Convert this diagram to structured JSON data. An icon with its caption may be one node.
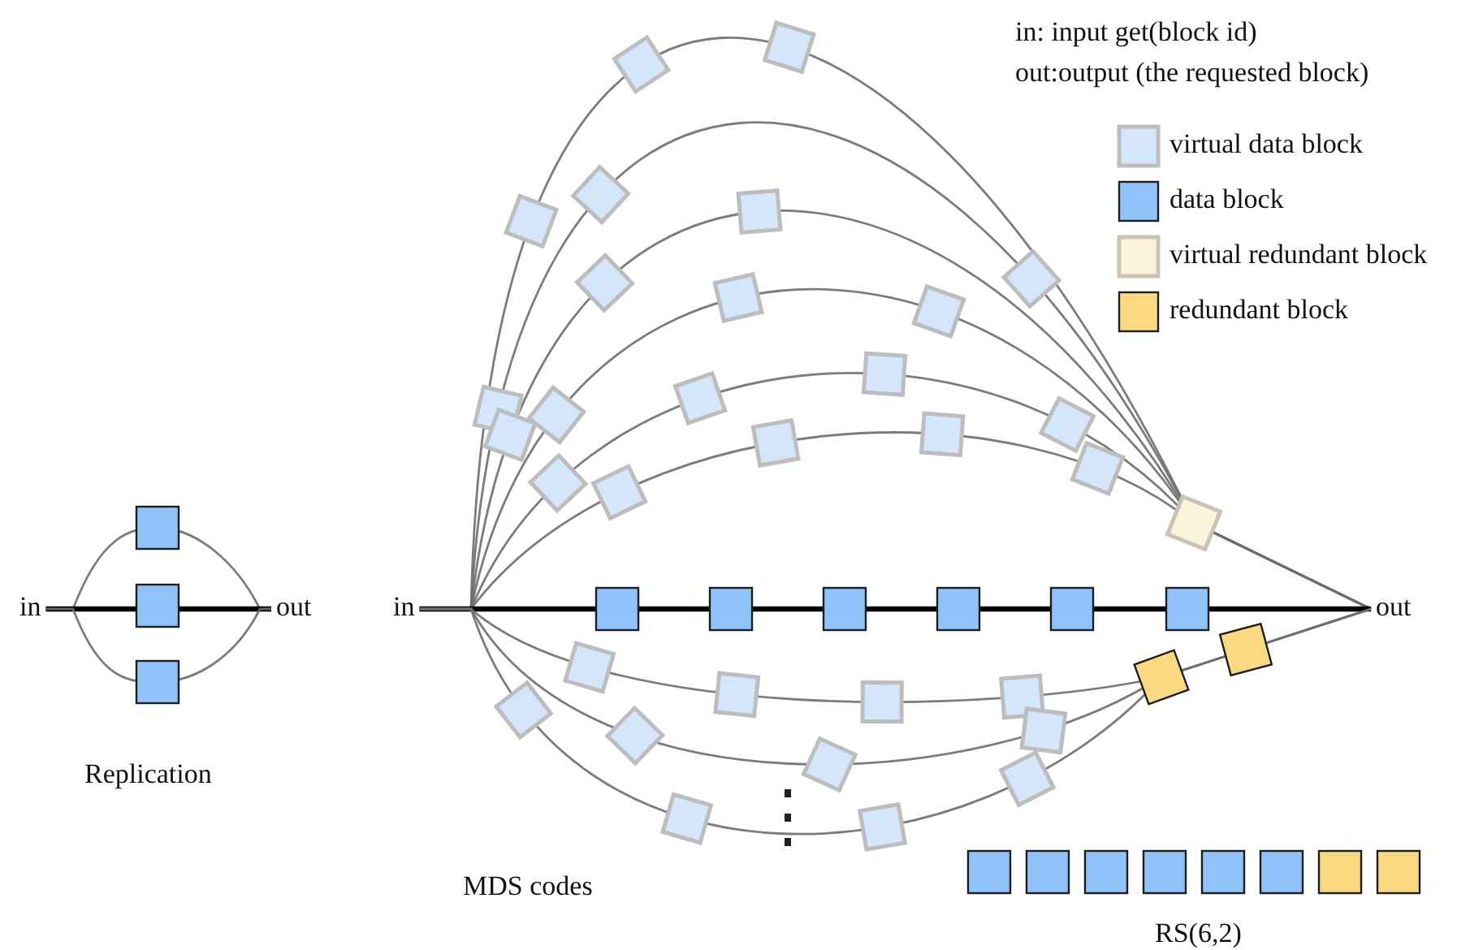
{
  "diagram": {
    "nodes": [
      {
        "text": [
          "in"
        ]
      },
      {
        "text": [
          "out"
        ]
      },
      {
        "text": [
          "in"
        ]
      },
      {
        "text": [
          "out"
        ]
      }
    ],
    "edges": [
      {
        "from": 0,
        "to": 1,
        "arrow": "none"
      },
      {
        "from": 0,
        "to": 1,
        "arrow": "none",
        "style": "thick",
        "color": "#000000"
      },
      {
        "from": 0,
        "to": 1,
        "arrow": "none"
      },
      {
        "from": 2,
        "to": 3,
        "arrow": "none"
      },
      {
        "from": 2,
        "to": 3,
        "arrow": "none"
      },
      {
        "from": 2,
        "to": 3,
        "arrow": "none"
      },
      {
        "from": 2,
        "to": 3,
        "arrow": "none"
      },
      {
        "from": 2,
        "to": 3,
        "arrow": "none"
      },
      {
        "from": 2,
        "to": 3,
        "arrow": "none"
      },
      {
        "from": 2,
        "to": 3,
        "arrow": "none",
        "style": "thick",
        "color": "#000000"
      },
      {
        "from": 2,
        "to": 3,
        "arrow": "none"
      },
      {
        "from": 2,
        "to": 3,
        "arrow": "none"
      },
      {
        "from": 2,
        "to": 3,
        "arrow": "none"
      }
    ],
    "labels": [
      "in: input get(block id)",
      "out:output (the requested block)",
      "Replication",
      "MDS codes",
      "RS(6,2)"
    ],
    "legend": [
      {
        "text": "virtual data block",
        "color": "#d4e6fb"
      },
      {
        "text": "data block",
        "color": "#91c3fb"
      },
      {
        "text": "virtual redundant block",
        "color": "#fdf4dc"
      },
      {
        "text": "redundant block",
        "color": "#fbd982"
      }
    ]
  }
}
